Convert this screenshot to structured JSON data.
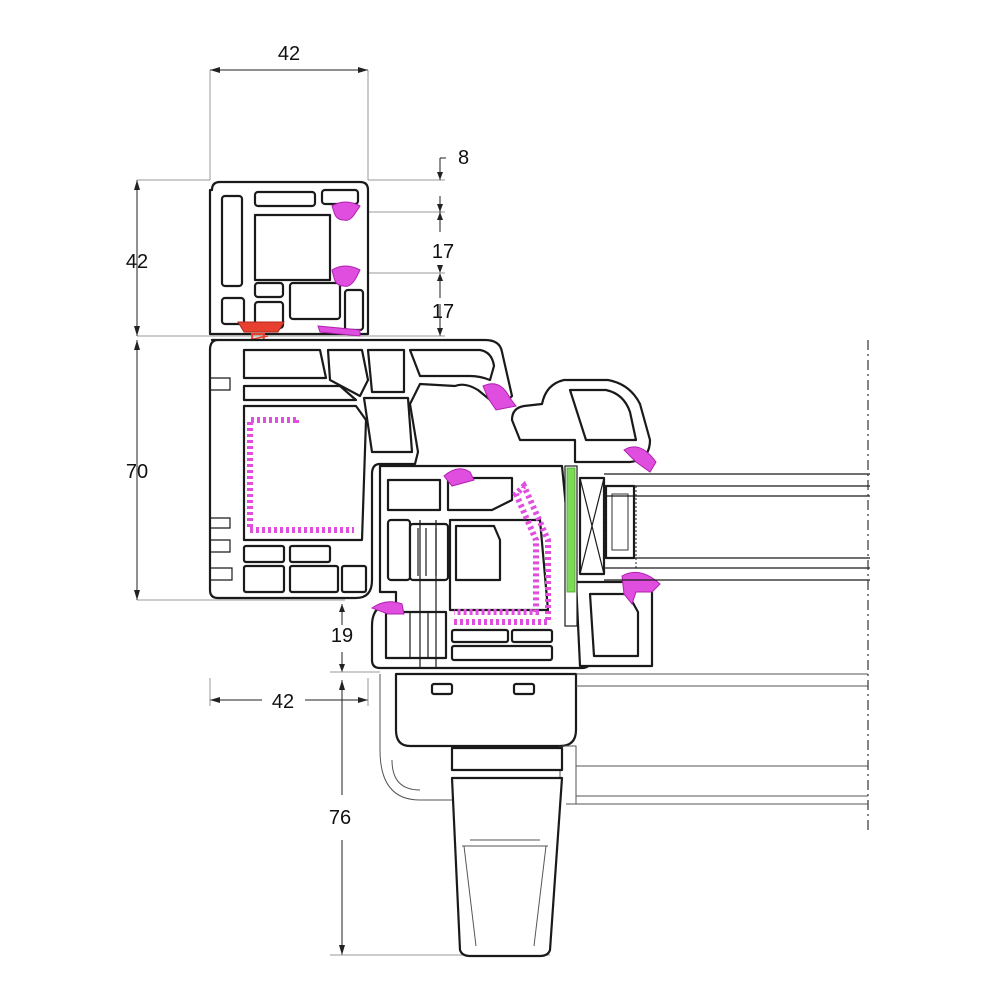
{
  "dimensions": {
    "sash_width_top": "42",
    "offset_8": "8",
    "gasket_gap_1": "17",
    "gasket_gap_2": "17",
    "height_42": "42",
    "height_70": "70",
    "offset_19": "19",
    "bottom_width_42": "42",
    "handle_height_76": "76"
  },
  "colors": {
    "gasket": "#e04ee0",
    "screw": "#e8402e",
    "spacer_green": "#7ed957",
    "outline": "#1a1a1a"
  }
}
